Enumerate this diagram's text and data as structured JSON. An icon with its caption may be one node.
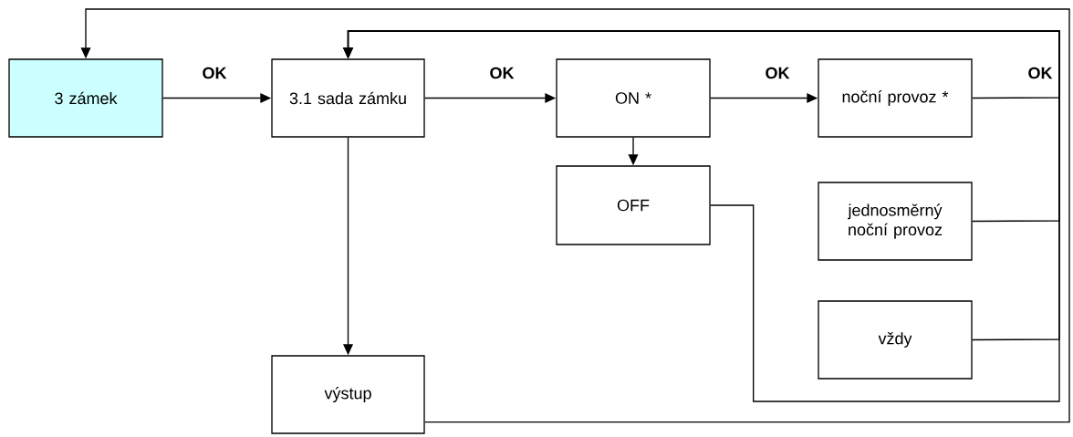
{
  "diagram": {
    "nodes": [
      {
        "text": [
          "3 zámek"
        ]
      },
      {
        "text": [
          "3.1 sada zámku"
        ]
      },
      {
        "text": [
          "ON  *"
        ]
      },
      {
        "text": [
          "noční provoz *"
        ]
      },
      {
        "text": [
          "OFF"
        ]
      },
      {
        "text": [
          "jednosměrný noční provoz"
        ]
      },
      {
        "text": [
          "vždy"
        ]
      },
      {
        "text": [
          "výstup"
        ]
      }
    ],
    "edges": [
      {
        "from": 0,
        "to": 1,
        "arrow": "to",
        "label": "OK"
      },
      {
        "from": 1,
        "to": 2,
        "arrow": "to",
        "label": "OK"
      },
      {
        "from": 2,
        "to": 3,
        "arrow": "to",
        "label": "OK"
      },
      {
        "from": 2,
        "to": 4,
        "arrow": "to"
      },
      {
        "from": 1,
        "to": 7,
        "arrow": "to"
      },
      {
        "from": 3,
        "to": 1,
        "arrow": "to",
        "label": "OK"
      },
      {
        "from": 5,
        "to": 1,
        "arrow": "to"
      },
      {
        "from": 6,
        "to": 1,
        "arrow": "to"
      },
      {
        "from": 4,
        "to": 1,
        "arrow": "to"
      },
      {
        "from": 7,
        "to": 0,
        "arrow": "to"
      }
    ]
  }
}
